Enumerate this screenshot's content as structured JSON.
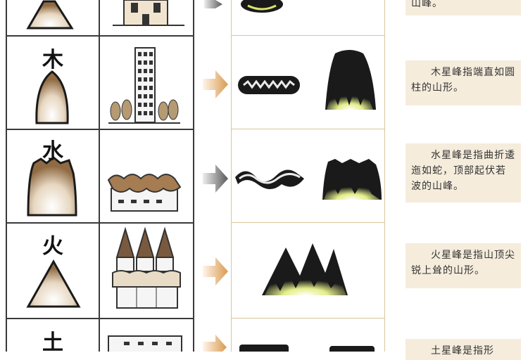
{
  "rows": [
    {
      "element": "",
      "note": "山峰。"
    },
    {
      "element": "木",
      "note": "木星峰指端直如圆柱的山形。"
    },
    {
      "element": "水",
      "note": "水星峰是指曲折逶迤如蛇，顶部起伏若波的山峰。"
    },
    {
      "element": "火",
      "note": "火星峰是指山顶尖锐上耸的山形。"
    },
    {
      "element": "土",
      "note": "土星峰是指形"
    }
  ],
  "colors": {
    "grid_line": "#3a3a3a",
    "note_bg": "#f5ecdc",
    "mountain_dark": "#1a1a1a",
    "mountain_glow_brown": "#b08a60",
    "mountain_glow_green": "#d9e46a",
    "arrow_tan": "#e0b27a",
    "arrow_gray": "#7d7d7d"
  },
  "icons": [
    "mountain-peak-icon",
    "building-icon",
    "arrow-right-icon",
    "mountain-topview-icon"
  ]
}
